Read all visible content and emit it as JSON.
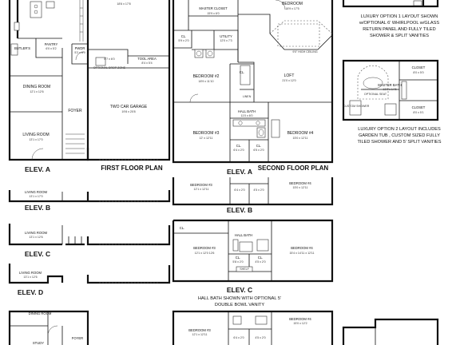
{
  "first_floor": {
    "title": "FIRST FLOOR PLAN",
    "butlers": "BUTLER'S",
    "pantry": "PANTRY",
    "pantry_dim": "6'0 x 5'2",
    "pwdr": "PWDR",
    "pwdr_dim": "5'2 x 6'9",
    "optional_drop_zone": "OPTIONAL DROP ZONE",
    "drop_dim": "6'7 x 6'0",
    "tool_area": "TOOL AREA",
    "tool_dim": "8'4 x 5'4",
    "dining": "DINING ROOM",
    "dining_dim": "12'1 x 12'6",
    "foyer": "FOYER",
    "garage": "TWO CAR GARAGE",
    "garage_dim": "19'8 x 20'8",
    "living": "LIVING ROOM",
    "living_dim": "13'1 x 17'0",
    "top_dim": "18'6 x 17'8"
  },
  "second_floor": {
    "title": "SECOND FLOOR PLAN",
    "master_closet": "MASTER CLOSET",
    "mc_dim": "15'9 x 6'0",
    "bedroom_top": "BEDROOM",
    "bt_dim": "18'9 x 17'5",
    "cl": "CL.",
    "cl1_dim": "5'9 x 2'0",
    "utility": "UTILITY",
    "util_dim": "12'0 x 7'3",
    "bedroom2": "BEDROOM #2",
    "b2_dim": "18'9 x 11'10",
    "loft": "LOFT",
    "loft_dim": "21'0 x 12'0",
    "linen": "LINEN",
    "hall_bath": "HALL BATH",
    "hb_dim": "11'0 x 6'0",
    "bedroom3": "BEDROOM #3",
    "b3_dim": "12' x 12'11",
    "bedroom4": "BEDROOM #4",
    "b4_dim": "15'0 x 12'11",
    "cl_a_dim": "6'4 x 2'0",
    "cl_b_dim": "6'5 x 2'0",
    "ceiling_note": "9'0\" HIGH CEILING"
  },
  "luxury": {
    "option1": "LUXURY OPTION 1 LAYOUT SHOWN w/OPTIONAL 6' WHIRLPOOL w/GLASS RETURN PANEL AND FULLY TILED SHOWER & SPLIT VANITIES",
    "option2": "LUXURY OPTION 2 LAYOUT INCLUDES GARDEN TUB , CUSTOM SIZED FULLY TILED SHOWER AND 5' SPLIT VANITIES",
    "closet": "CLOSET",
    "closet1_dim": "8'0 x 5'0",
    "master_bath": "MASTER BATH",
    "mb_dim": "13'0 x 14'6",
    "custom_shower": "CUSTOM SHOWER",
    "optional_seat": "OPTIONAL SEAT",
    "closet2_dim": "8'0 x 5'1"
  },
  "elevations": {
    "a1": "ELEV. A",
    "a2": "ELEV. A",
    "b1": "ELEV. B",
    "b2": "ELEV. B",
    "c1": "ELEV. C",
    "c2": "ELEV. C",
    "d1": "ELEV. D"
  },
  "elev_b": {
    "living": "LIVING ROOM",
    "living_dim": "13'1 x 17'0",
    "bedroom3": "BEDROOM #3",
    "b3_dim": "12'1 x 12'11",
    "bedroom4": "BEDROOM #4",
    "b4_dim": "15'0 x 12'11",
    "cl1_dim": "6'4 x 2'0",
    "cl2_dim": "4'5 x 2'0"
  },
  "elev_c": {
    "living": "LIVING ROOM",
    "living_dim": "13'1 x 12'6",
    "bedroom3": "BEDROOM #3",
    "b3_dim": "12'1 x 12'0 12'6",
    "bedroom4": "BEDROOM #4",
    "b4_dim": "15'4 x 14'11 x 12'11",
    "cl": "CL.",
    "hall_bath": "HALL BATH",
    "shelf": "SHELF",
    "cl1_dim": "5'8 x 2'0",
    "cl2_dim": "4'5 x 2'0",
    "note": "HALL BATH SHOWN WITH OPTIONAL 5' DOUBLE BOWL VANITY"
  },
  "elev_d": {
    "living": "LIVING ROOM",
    "living_dim": "13'1 x 12'6",
    "dining": "DINING ROOM",
    "foyer": "FOYER",
    "study": "STUDY",
    "bedroom3": "BEDROOM #3",
    "b3_dim": "12'1 x 12'11",
    "bedroom4": "BEDROOM #4",
    "b4_dim": "15'0 x 12'2",
    "cl1_dim": "6'4 x 2'0",
    "cl2_dim": "4'5 x 2'0"
  }
}
